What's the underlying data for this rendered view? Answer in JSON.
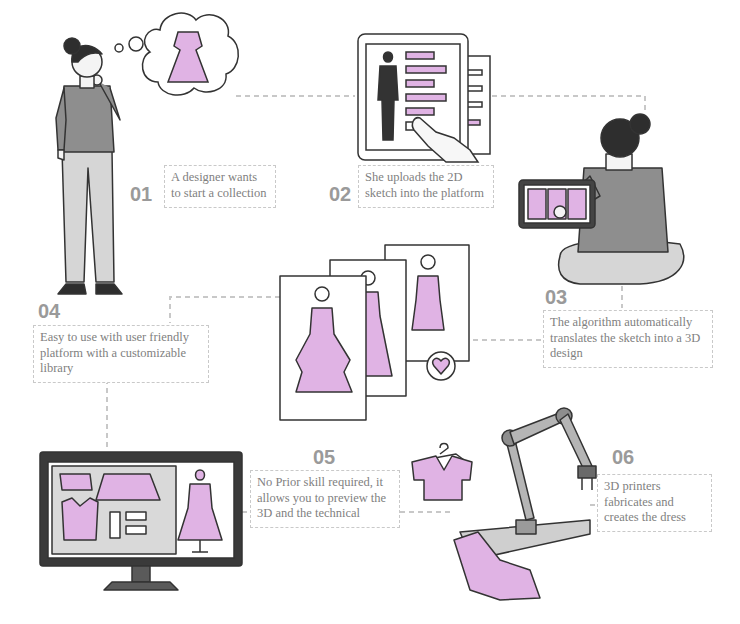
{
  "diagram": {
    "nodes": [
      {
        "text": [
          "A designer wants to start a collection"
        ]
      },
      {
        "text": [
          "She uploads the 2D sketch into the platform"
        ]
      },
      {
        "text": [
          "The algorithm automatically translates the sketch into a 3D design"
        ]
      },
      {
        "text": [
          "Easy to use with user friendly platform with a customizable library"
        ]
      },
      {
        "text": [
          "No Prior skill required, it allows you to preview the 3D and the technical"
        ]
      },
      {
        "text": [
          "3D printers fabricates and creates the dress"
        ]
      }
    ],
    "labels": [
      "01",
      "02",
      "03",
      "04",
      "05",
      "06"
    ]
  }
}
